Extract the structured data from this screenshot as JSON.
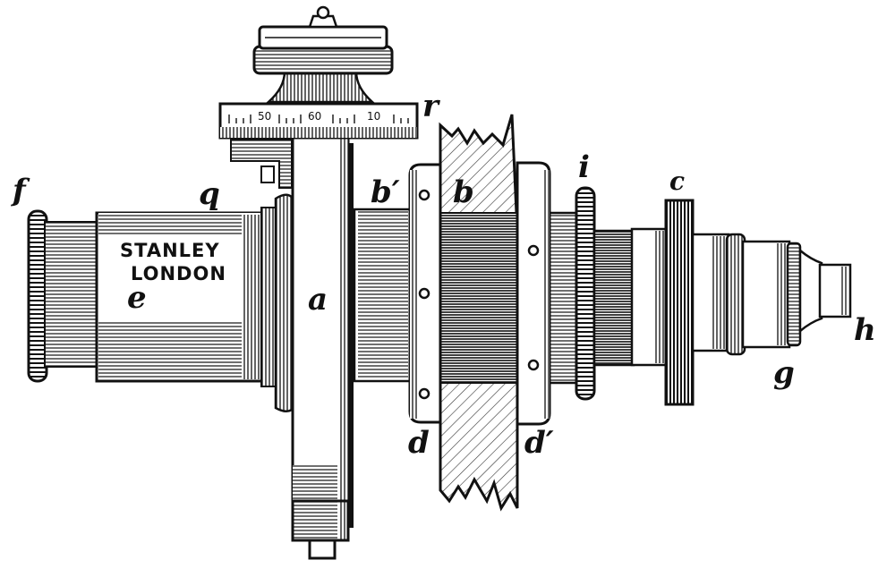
{
  "figure": {
    "maker_line1": "STANLEY",
    "maker_line2": "LONDON",
    "scale_numbers": [
      "50",
      "60",
      "10"
    ],
    "labels": {
      "f": "f",
      "q": "q",
      "e": "e",
      "r": "r",
      "a": "a",
      "b_prime": "b′",
      "b": "b",
      "i": "i",
      "c": "c",
      "d": "d",
      "d_prime": "d′",
      "g": "g",
      "h": "h"
    },
    "ink_color": "#111111",
    "paper_color": "#ffffff"
  }
}
